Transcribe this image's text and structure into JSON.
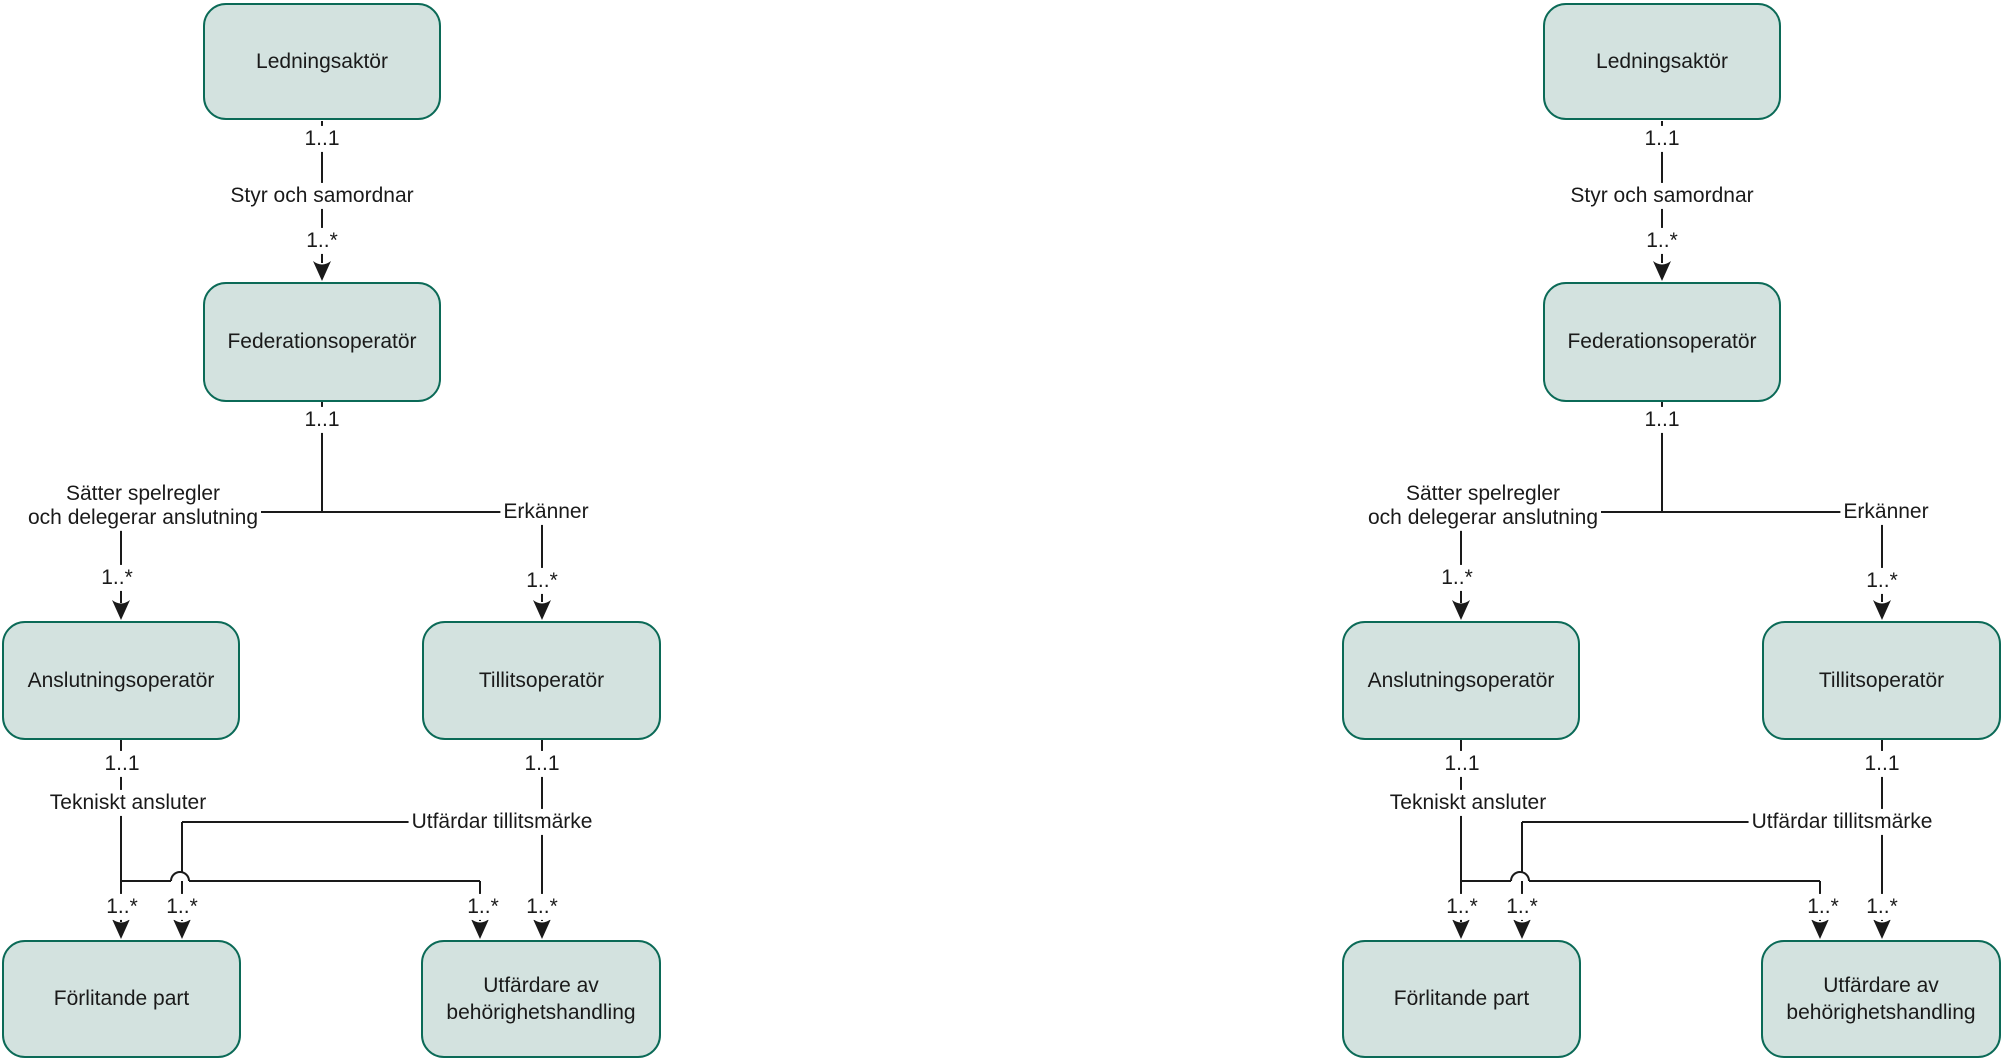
{
  "colors": {
    "background": "#ffffff",
    "node_fill": "#d3e2df",
    "node_border": "#0b6a57",
    "line": "#1a1a1a"
  },
  "nodes": {
    "ledningsaktor": {
      "label": "Ledningsaktör"
    },
    "federationsoperator": {
      "label": "Federationsoperatör"
    },
    "anslutningsoperator": {
      "label": "Anslutningsoperatör"
    },
    "tillitsoperator": {
      "label": "Tillitsoperatör"
    },
    "forlitande_part": {
      "label": "Förlitande part"
    },
    "utfardare": {
      "label": "Utfärdare av behörighetshandling"
    }
  },
  "edges": {
    "styr_och_samordnar": {
      "label": "Styr och samordnar",
      "source_cardinality": "1..1",
      "target_cardinality": "1..*"
    },
    "satter_spelregler": {
      "label_line1": "Sätter spelregler",
      "label_line2": "och delegerar anslutning",
      "source_cardinality": "1..1",
      "target_cardinality": "1..*"
    },
    "erkanner": {
      "label": "Erkänner",
      "target_cardinality": "1..*"
    },
    "tekniskt_ansluter": {
      "label": "Tekniskt ansluter",
      "source_cardinality": "1..1",
      "target_cardinality_forlitande": "1..*",
      "target_cardinality_utfardare": "1..*"
    },
    "utfardar_tillitsmarke": {
      "label": "Utfärdar tillitsmärke",
      "source_cardinality": "1..1",
      "target_cardinality_forlitande": "1..*",
      "target_cardinality_utfardare": "1..*"
    }
  }
}
